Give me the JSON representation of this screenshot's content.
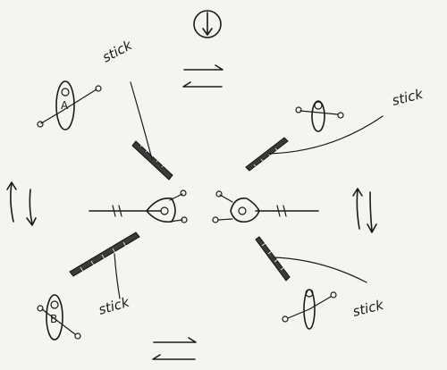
{
  "labels": {
    "stick_top": "stick",
    "stick_right": "stick",
    "stick_left_bottom": "stick",
    "stick_right_bottom": "stick",
    "kayak_a": "A",
    "kayak_b": "B"
  }
}
